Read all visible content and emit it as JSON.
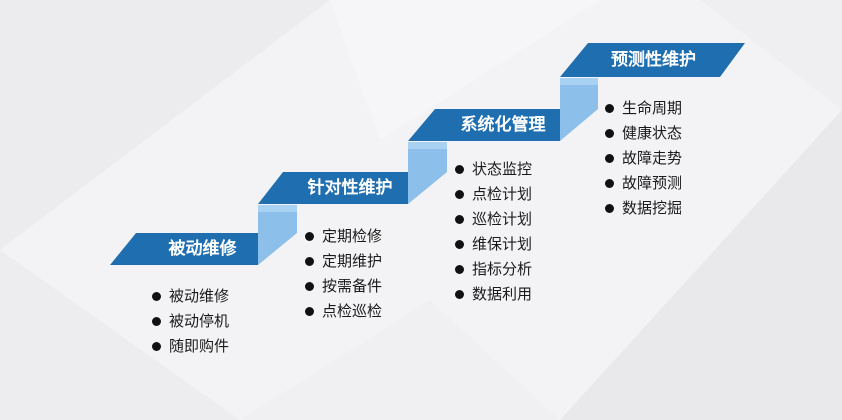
{
  "steps": [
    {
      "title": "被动维修",
      "items": [
        "被动维修",
        "被动停机",
        "随即购件"
      ]
    },
    {
      "title": "针对性维护",
      "items": [
        "定期检修",
        "定期维护",
        "按需备件",
        "点检巡检"
      ]
    },
    {
      "title": "系统化管理",
      "items": [
        "状态监控",
        "点检计划",
        "巡检计划",
        "维保计划",
        "指标分析",
        "数据利用"
      ]
    },
    {
      "title": "预测性维护",
      "items": [
        "生命周期",
        "健康状态",
        "故障走势",
        "故障预测",
        "数据挖掘"
      ]
    }
  ],
  "colors": {
    "step_top": "#1f6fb0",
    "step_top_dark": "#1a5f98",
    "riser": "#8cc0ea",
    "riser_light": "#a9d1f1",
    "background": "#f2f2f4"
  }
}
